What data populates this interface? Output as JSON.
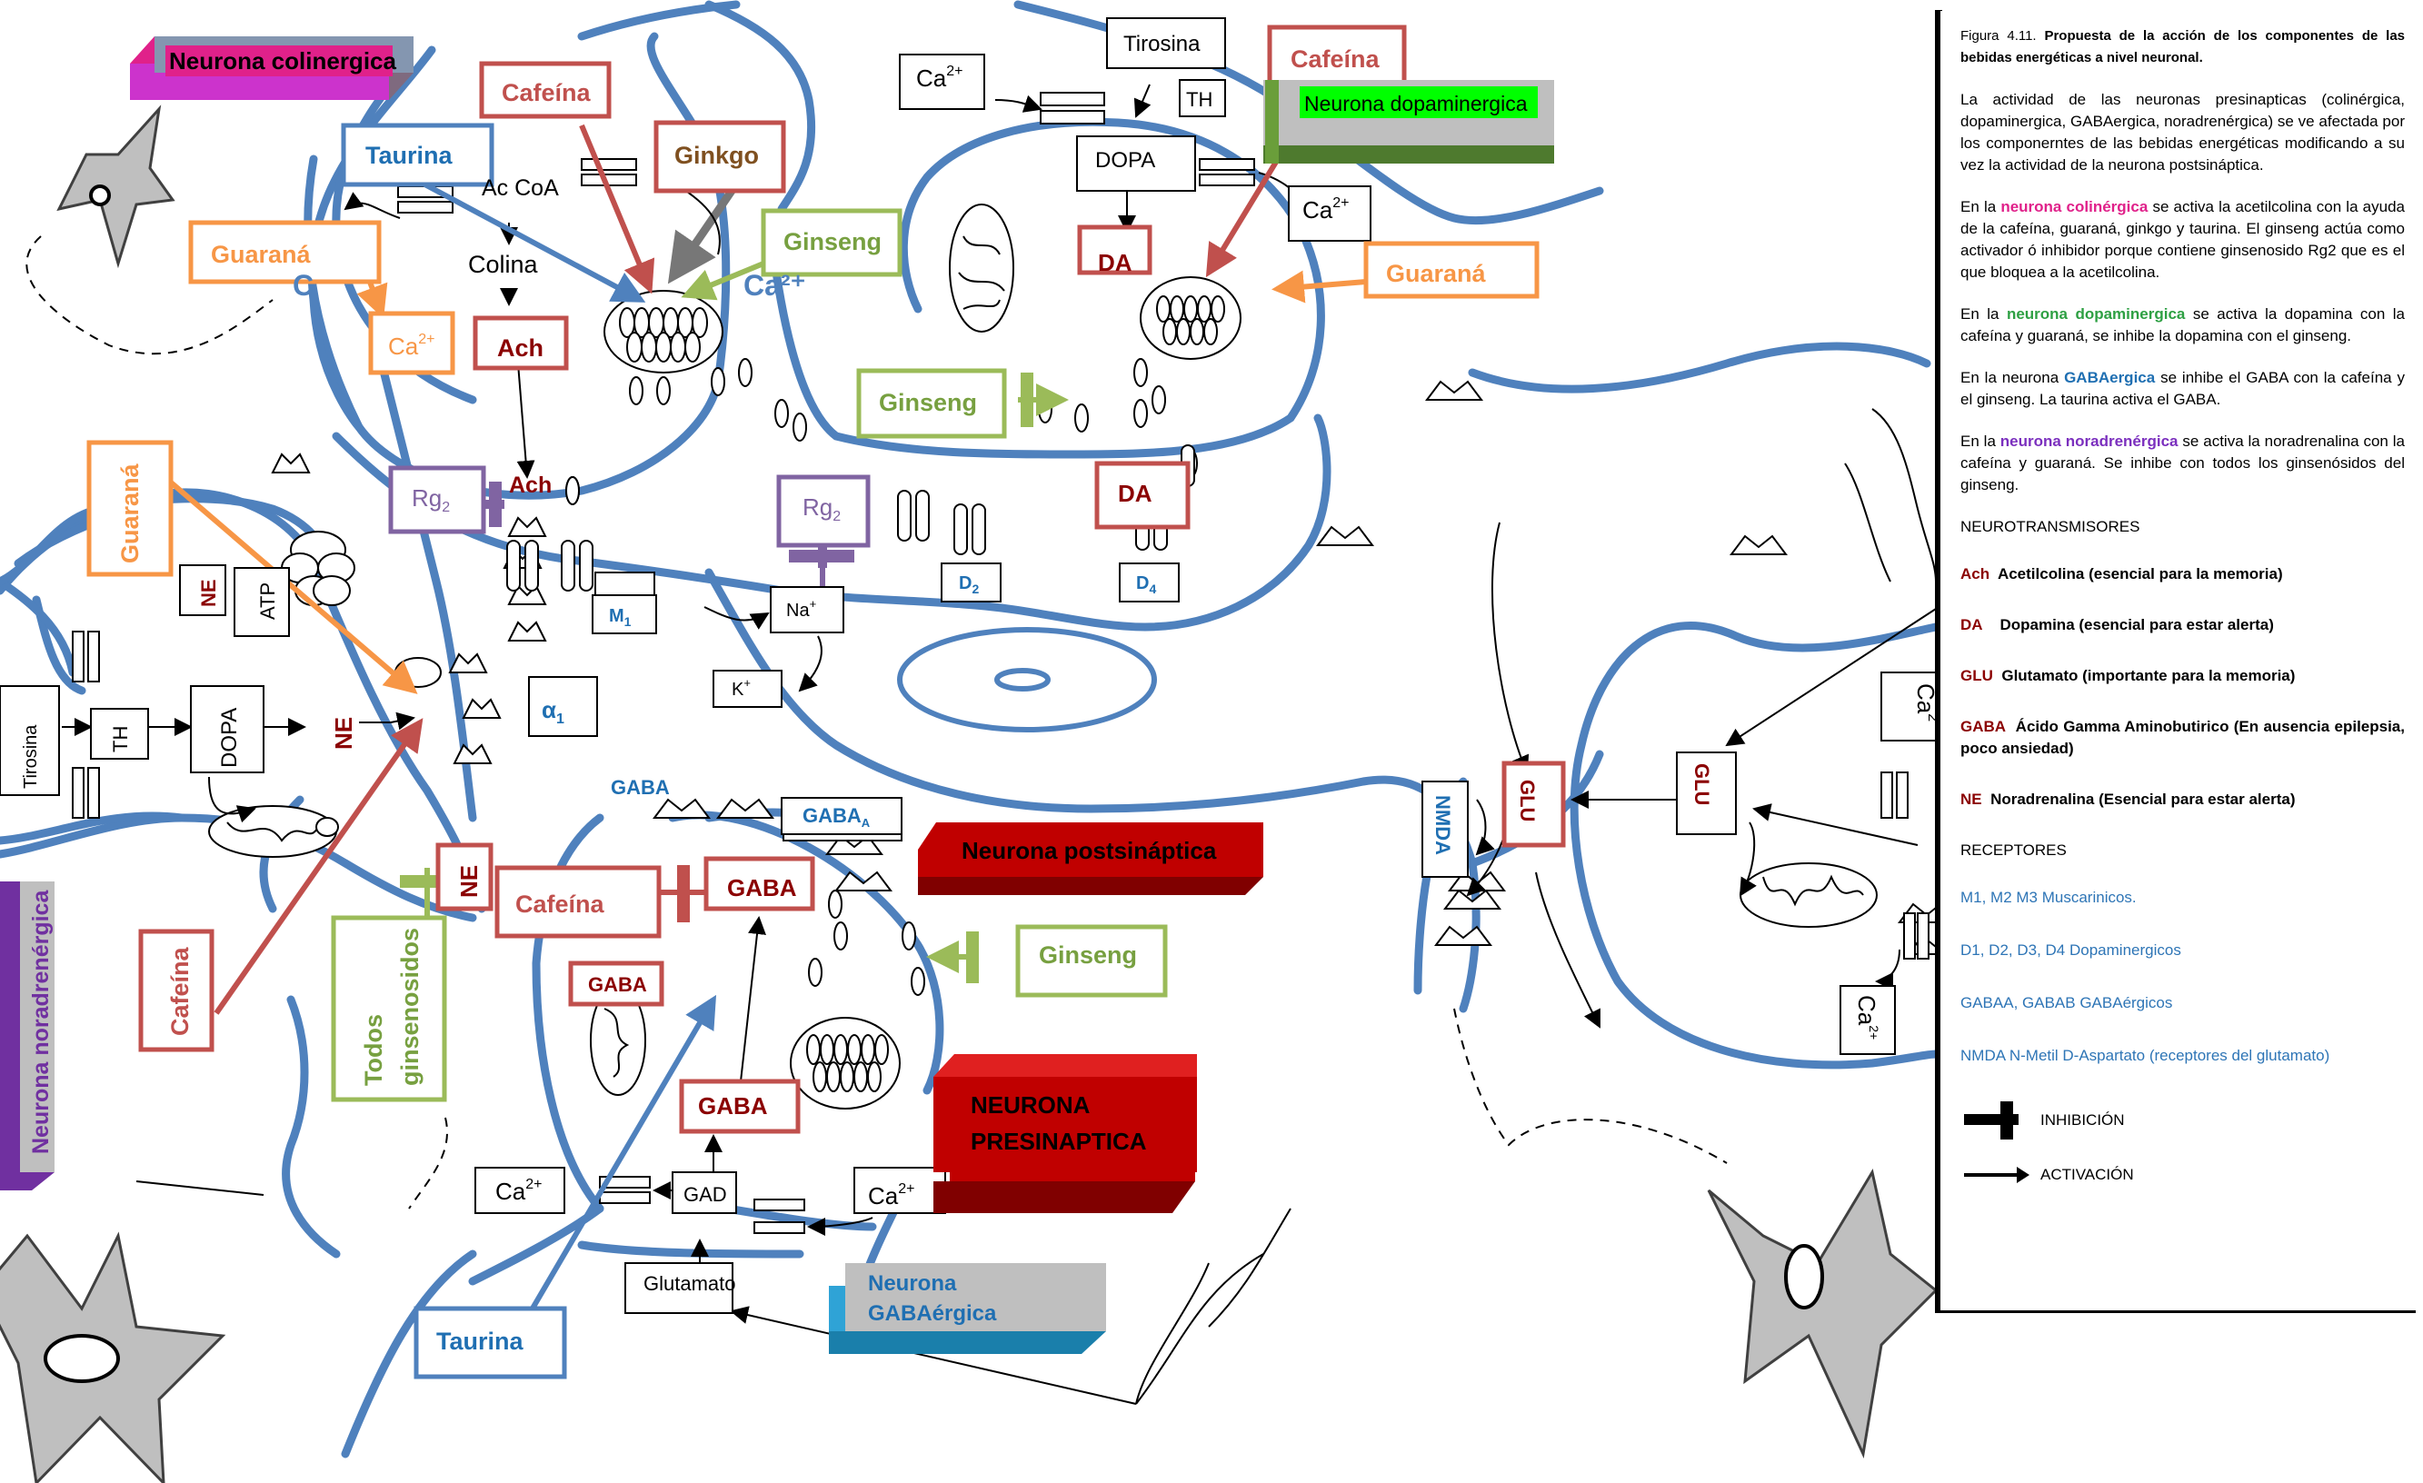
{
  "labels": {
    "neurona_colinergica": "Neurona colinergica",
    "neurona_dopaminergica": "Neurona dopaminergica",
    "neurona_noradrenergica": "Neurona noradrenérgica",
    "neurona_postsinaptica": "Neurona postsináptica",
    "neurona_presinaptica_1": "NEURONA",
    "neurona_presinaptica_2": "PRESINAPTICA",
    "neurona_gabaergica_1": "Neurona",
    "neurona_gabaergica_2": "GABAérgica",
    "cafeina": "Cafeína",
    "taurina": "Taurina",
    "ginkgo": "Ginkgo",
    "ginseng": "Ginseng",
    "guarana": "Guaraná",
    "todos_1": "Todos",
    "todos_2": "ginsenosidos",
    "tirosina": "Tirosina",
    "th": "TH",
    "dopa": "DOPA",
    "da": "DA",
    "ach": "Ach",
    "colina": "Colina",
    "accoa": "Ac CoA",
    "ca": "Ca",
    "sup2": "2+",
    "ca2plus": "Ca²⁺",
    "rg": "Rg",
    "sub2": "2",
    "m1": "M",
    "sub1": "1",
    "na": "Na",
    "plus": "+",
    "k": "K",
    "d2": "D",
    "d4": "D",
    "sub4": "4",
    "alpha1": "α",
    "ne": "NE",
    "atp": "ATP",
    "gaba": "GABA",
    "gaba_a": "GABA",
    "sub_a": "A",
    "gad": "GAD",
    "glutamato": "Glutamato",
    "glu": "GLU",
    "nmda": "NMDA",
    "ca2_rot": "Ca",
    "sup2_short": "2"
  },
  "legend": {
    "caption_prefix": "Figura 4.11.",
    "caption_title": "Propuesta de la acción de los componentes de las bebidas energéticas a nivel neuronal.",
    "intro": "La actividad de las neuronas presinapticas (colinérgica, dopaminergica, GABAergica, noradrenérgica) se ve afectada por los componerntes de las bebidas energéticas modificando a su vez la actividad de la neurona postsináptica.",
    "p1_a": "En la",
    "p1_b": "neurona colinérgica",
    "p1_c": "se activa la acetilcolina con la ayuda de la cafeína, guaraná, ginkgo y taurina. El ginseng actúa como activador ó inhibidor porque contiene ginsenosido Rg2 que es el que bloquea a la acetilcolina.",
    "p2_a": "En la",
    "p2_b": "neurona dopaminergica",
    "p2_c": "se activa la dopamina con la cafeína y guaraná, se inhibe la dopamina con el ginseng.",
    "p3_a": "En la neurona",
    "p3_b": "GABAergica",
    "p3_c": "se inhibe el GABA con la cafeína y el ginseng. La taurina activa el GABA.",
    "p4_a": "En la",
    "p4_b": "neurona noradrenérgica",
    "p4_c": "se activa la noradrenalina con la cafeína y guaraná. Se inhibe con todos los ginsenósidos del ginseng.",
    "neuro_header": "NEUROTRANSMISORES",
    "nt1_abbr": "Ach",
    "nt1_text": "Acetilcolina (esencial para la memoria)",
    "nt2_abbr": "DA",
    "nt2_text": "Dopamina (esencial para estar alerta)",
    "nt3_abbr": "GLU",
    "nt3_text": "Glutamato (importante para la memoria)",
    "nt4_abbr": "GABA",
    "nt4_text": "Ácido Gamma Aminobutirico (En ausencia epilepsia, poco ansiedad)",
    "nt5_abbr": "NE",
    "nt5_text": "Noradrenalina (Esencial para estar alerta)",
    "rec_header": "RECEPTORES",
    "rec1": "M1, M2 M3  Muscarinicos.",
    "rec2": "D1, D2, D3, D4  Dopaminergicos",
    "rec3": "GABAA, GABAB GABAérgicos",
    "rec4": "NMDA     N-Metil D-Aspartato (receptores del glutamato)",
    "key_inhib": "INHIBICIÓN",
    "key_activ": "ACTIVACIÓN"
  },
  "colors": {
    "membrane": "#4F81BD",
    "red": "#C0504D",
    "dark_red": "#8B0000",
    "orange": "#F79646",
    "green": "#9BBB59",
    "purple": "#8064A2",
    "blue_text": "#1F6FB2",
    "pink_tag": "#E0218A",
    "magenta_tag": "#CC33CC"
  }
}
